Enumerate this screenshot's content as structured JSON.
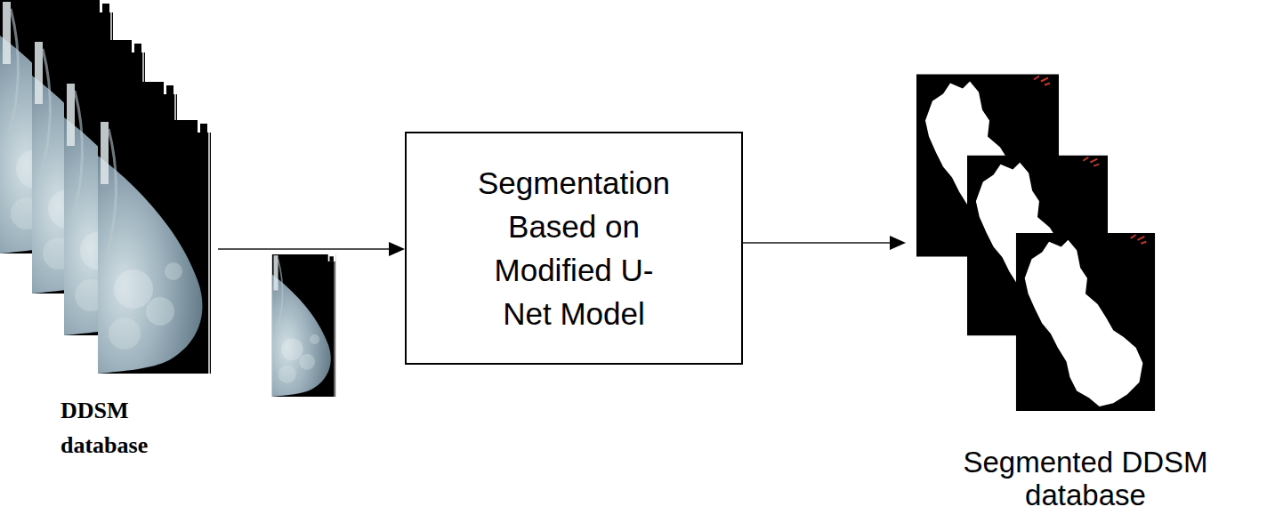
{
  "diagram": {
    "nodes": [
      {
        "text": [
          "DDSM database"
        ]
      },
      {
        "text": [
          "Segmentation Based on Modified U- Net Model"
        ]
      },
      {
        "text": [
          "Segmented DDSM database"
        ]
      }
    ],
    "edges": [
      {
        "from": 0,
        "to": 1,
        "arrow": "to"
      },
      {
        "from": 1,
        "to": 2,
        "arrow": "to"
      }
    ]
  }
}
